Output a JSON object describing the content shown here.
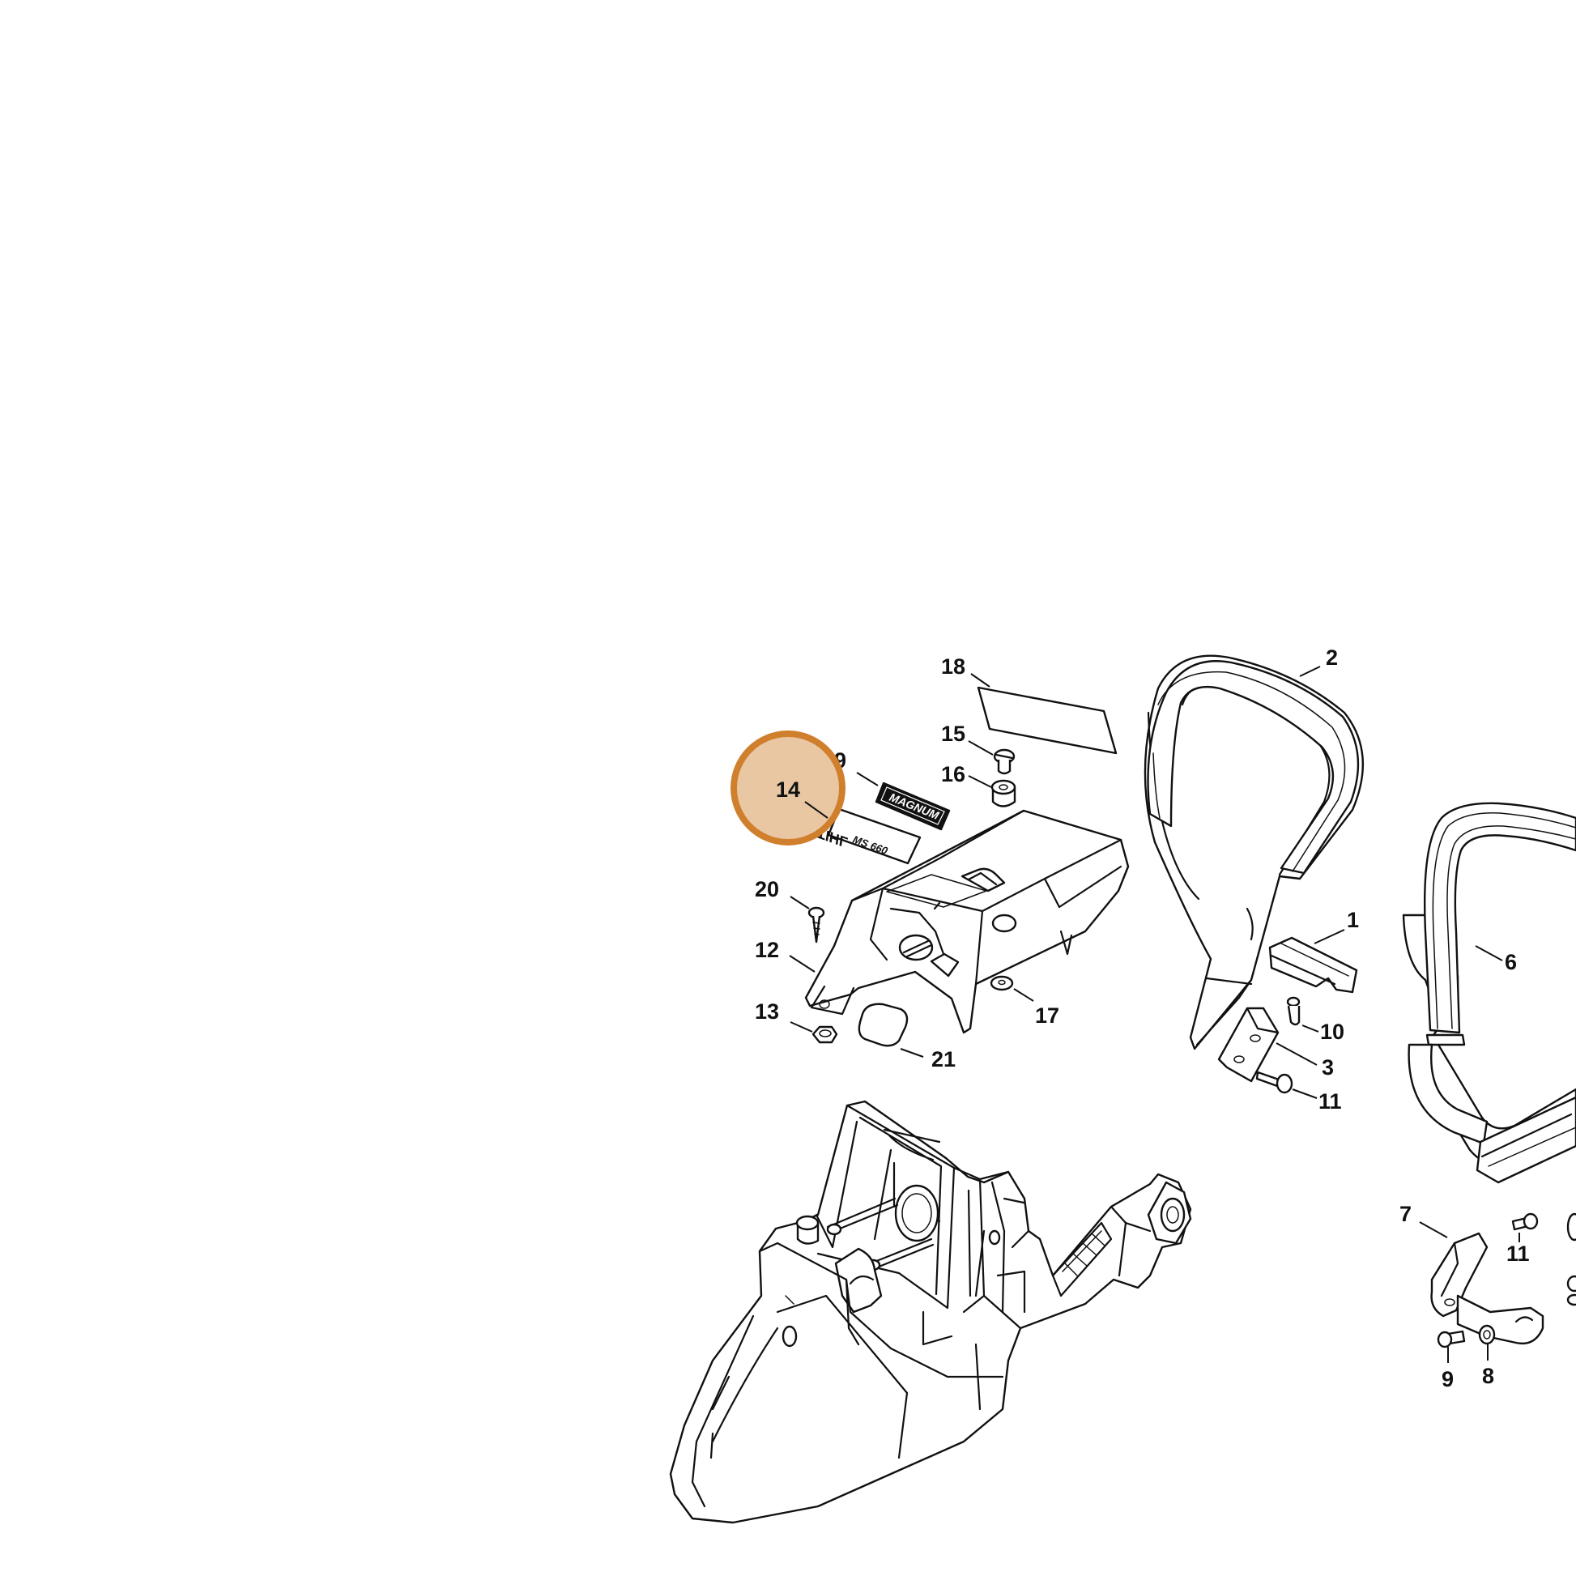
{
  "diagram": {
    "highlight": {
      "label": "14",
      "fill": "#e9c7a3",
      "stroke": "#d07f2c"
    },
    "callouts": [
      {
        "id": "1",
        "text": "1"
      },
      {
        "id": "2",
        "text": "2"
      },
      {
        "id": "3",
        "text": "3"
      },
      {
        "id": "6",
        "text": "6"
      },
      {
        "id": "7",
        "text": "7"
      },
      {
        "id": "8",
        "text": "8"
      },
      {
        "id": "9a",
        "text": "9"
      },
      {
        "id": "9b",
        "text": "9"
      },
      {
        "id": "10",
        "text": "10"
      },
      {
        "id": "11a",
        "text": "11"
      },
      {
        "id": "11b",
        "text": "11"
      },
      {
        "id": "12",
        "text": "12"
      },
      {
        "id": "13",
        "text": "13"
      },
      {
        "id": "15",
        "text": "15"
      },
      {
        "id": "16",
        "text": "16"
      },
      {
        "id": "17",
        "text": "17"
      },
      {
        "id": "18",
        "text": "18"
      },
      {
        "id": "20",
        "text": "20"
      },
      {
        "id": "21",
        "text": "21"
      }
    ],
    "decals": {
      "magnum": "MAGNUM",
      "stihl": "STIHL",
      "model": "MS 660"
    }
  }
}
